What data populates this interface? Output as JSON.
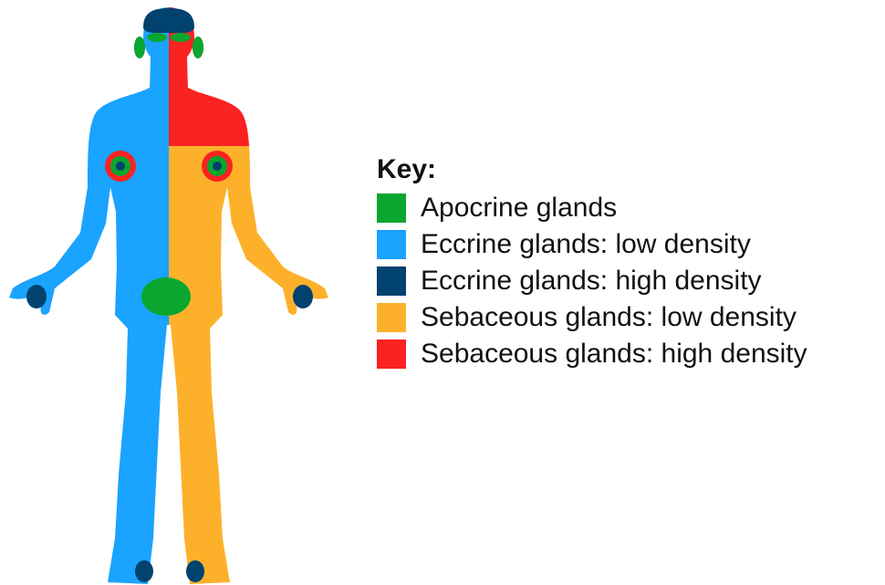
{
  "key": {
    "title": "Key:",
    "items": [
      {
        "label": "Apocrine glands",
        "color": "#0aa62f",
        "icon": "apocrine-swatch"
      },
      {
        "label": "Eccrine glands: low density",
        "color": "#1aa3ff",
        "icon": "eccrine-low-swatch"
      },
      {
        "label": "Eccrine glands: high density",
        "color": "#01426e",
        "icon": "eccrine-high-swatch"
      },
      {
        "label": "Sebaceous glands: low density",
        "color": "#fdb12b",
        "icon": "sebaceous-low-swatch"
      },
      {
        "label": "Sebaceous glands: high density",
        "color": "#fb2222",
        "icon": "sebaceous-high-swatch"
      }
    ]
  },
  "colors": {
    "apocrine": "#0aa62f",
    "eccrine_low": "#1aa3ff",
    "eccrine_high": "#01426e",
    "sebaceous_low": "#fdb12b",
    "sebaceous_high": "#fb2222"
  }
}
